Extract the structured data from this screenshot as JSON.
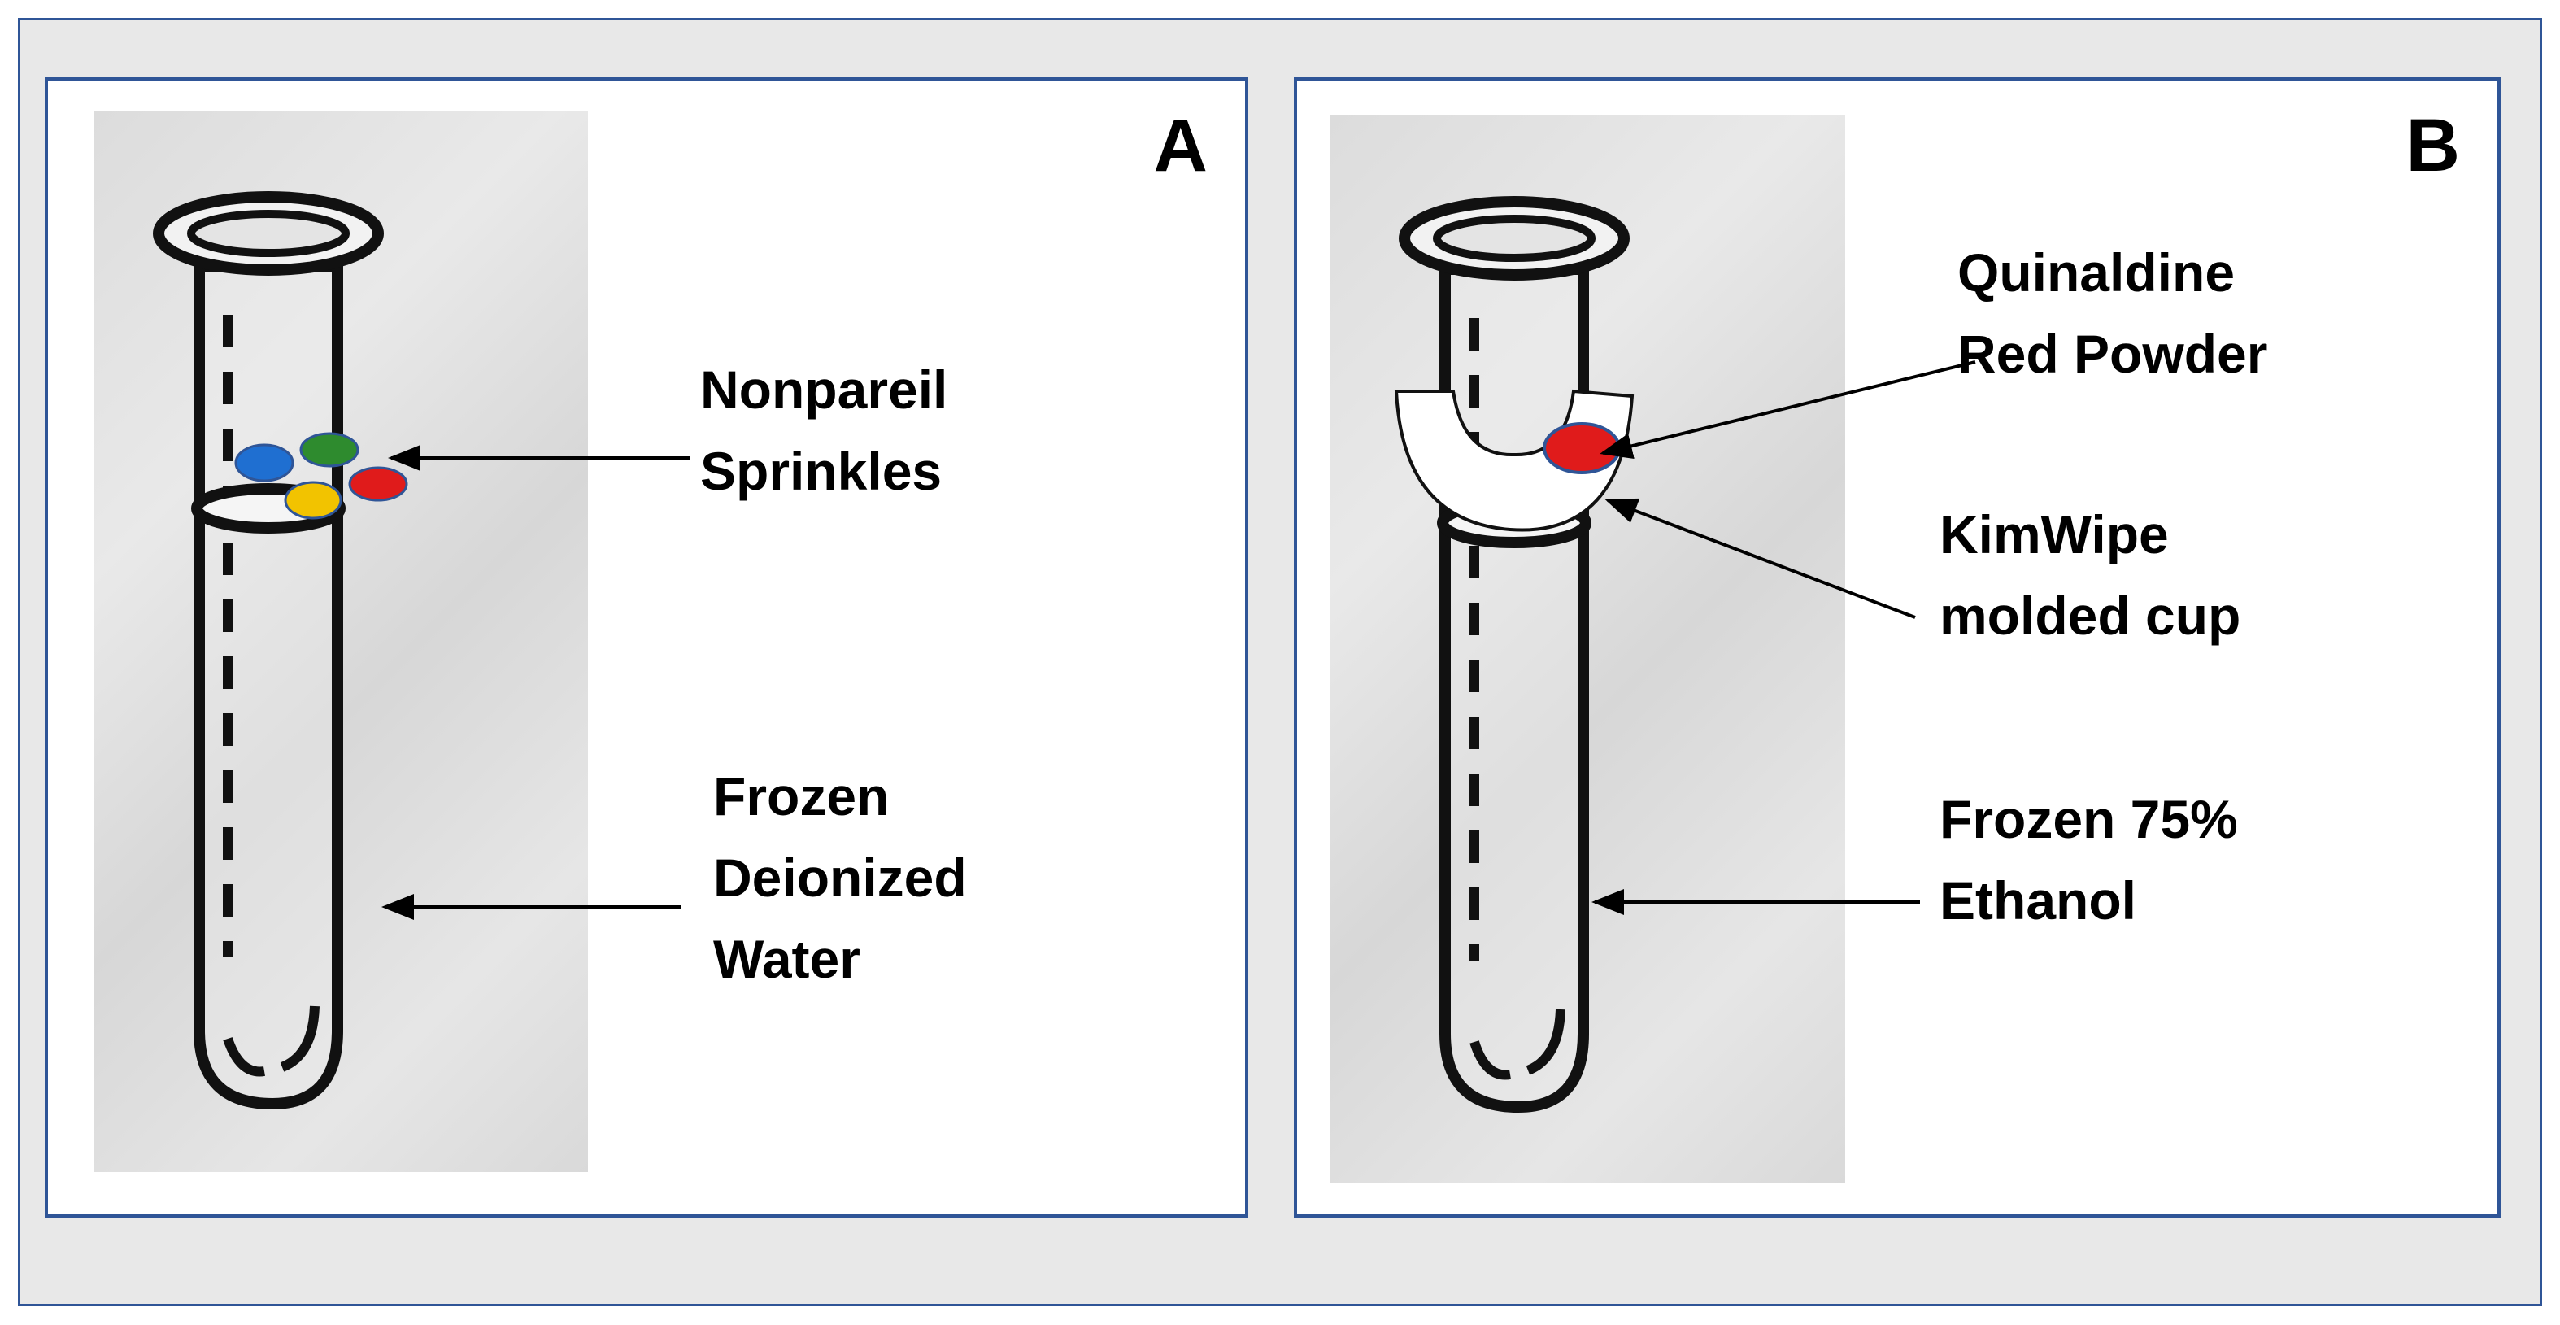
{
  "panels": {
    "a": {
      "letter": "A",
      "labels": {
        "sprinkles": [
          "Nonpareil",
          "Sprinkles"
        ],
        "water": [
          "Frozen",
          "Deionized",
          "Water"
        ]
      },
      "sprinkle_colors": [
        "#1f6fd1",
        "#2e8b2e",
        "#e01b1b",
        "#f2c300"
      ]
    },
    "b": {
      "letter": "B",
      "labels": {
        "powder": [
          "Quinaldine",
          "Red Powder"
        ],
        "cup": [
          "KimWipe",
          "molded cup"
        ],
        "ethanol": [
          "Frozen 75%",
          "Ethanol"
        ]
      },
      "powder_color": "#e01b1b"
    }
  },
  "colors": {
    "frame_border": "#2f5597",
    "frame_background": "#e8e8e8"
  }
}
